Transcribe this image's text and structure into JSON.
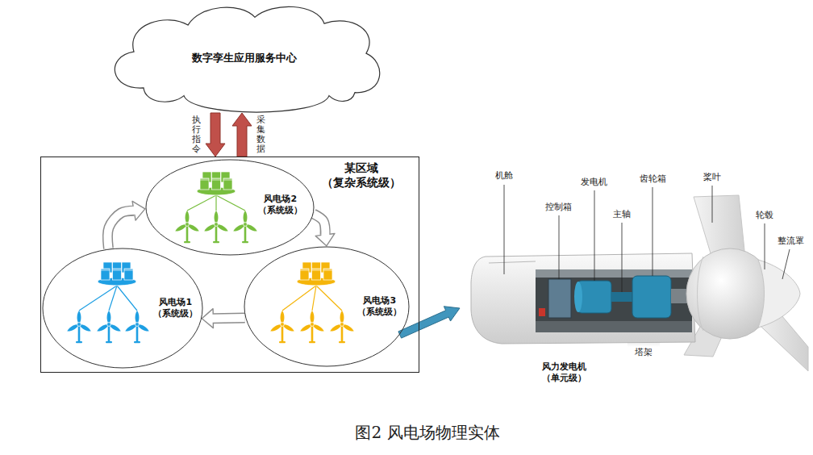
{
  "diagram": {
    "caption": "图2 风电场物理实体",
    "nodes": [
      {
        "text": [
          "数字孪生应用服务中心"
        ]
      },
      {
        "text": [
          "某区域 （复杂系统级）"
        ]
      },
      {
        "text": [
          "风电场1 （系统级）"
        ],
        "in": 1
      },
      {
        "text": [
          "风电场2 （系统级）"
        ],
        "in": 1
      },
      {
        "text": [
          "风电场3 （系统级）"
        ],
        "in": 1
      },
      {
        "text": [
          "风力发电机 （单元级）"
        ]
      }
    ],
    "edges": [
      {
        "from": 0,
        "to": 1,
        "label": "执行指令",
        "arrow": "to"
      },
      {
        "from": 1,
        "to": 0,
        "label": "采集数据",
        "arrow": "to"
      },
      {
        "from": 2,
        "to": 3,
        "arrow": "to"
      },
      {
        "from": 3,
        "to": 4,
        "arrow": "to"
      },
      {
        "from": 4,
        "to": 2,
        "arrow": "to"
      },
      {
        "from": 4,
        "to": 5,
        "arrow": "to"
      }
    ],
    "labels": [
      "机舱",
      "控制箱",
      "发电机",
      "主轴",
      "齿轮箱",
      "桨叶",
      "轮毂",
      "整流罩",
      "塔架"
    ]
  }
}
